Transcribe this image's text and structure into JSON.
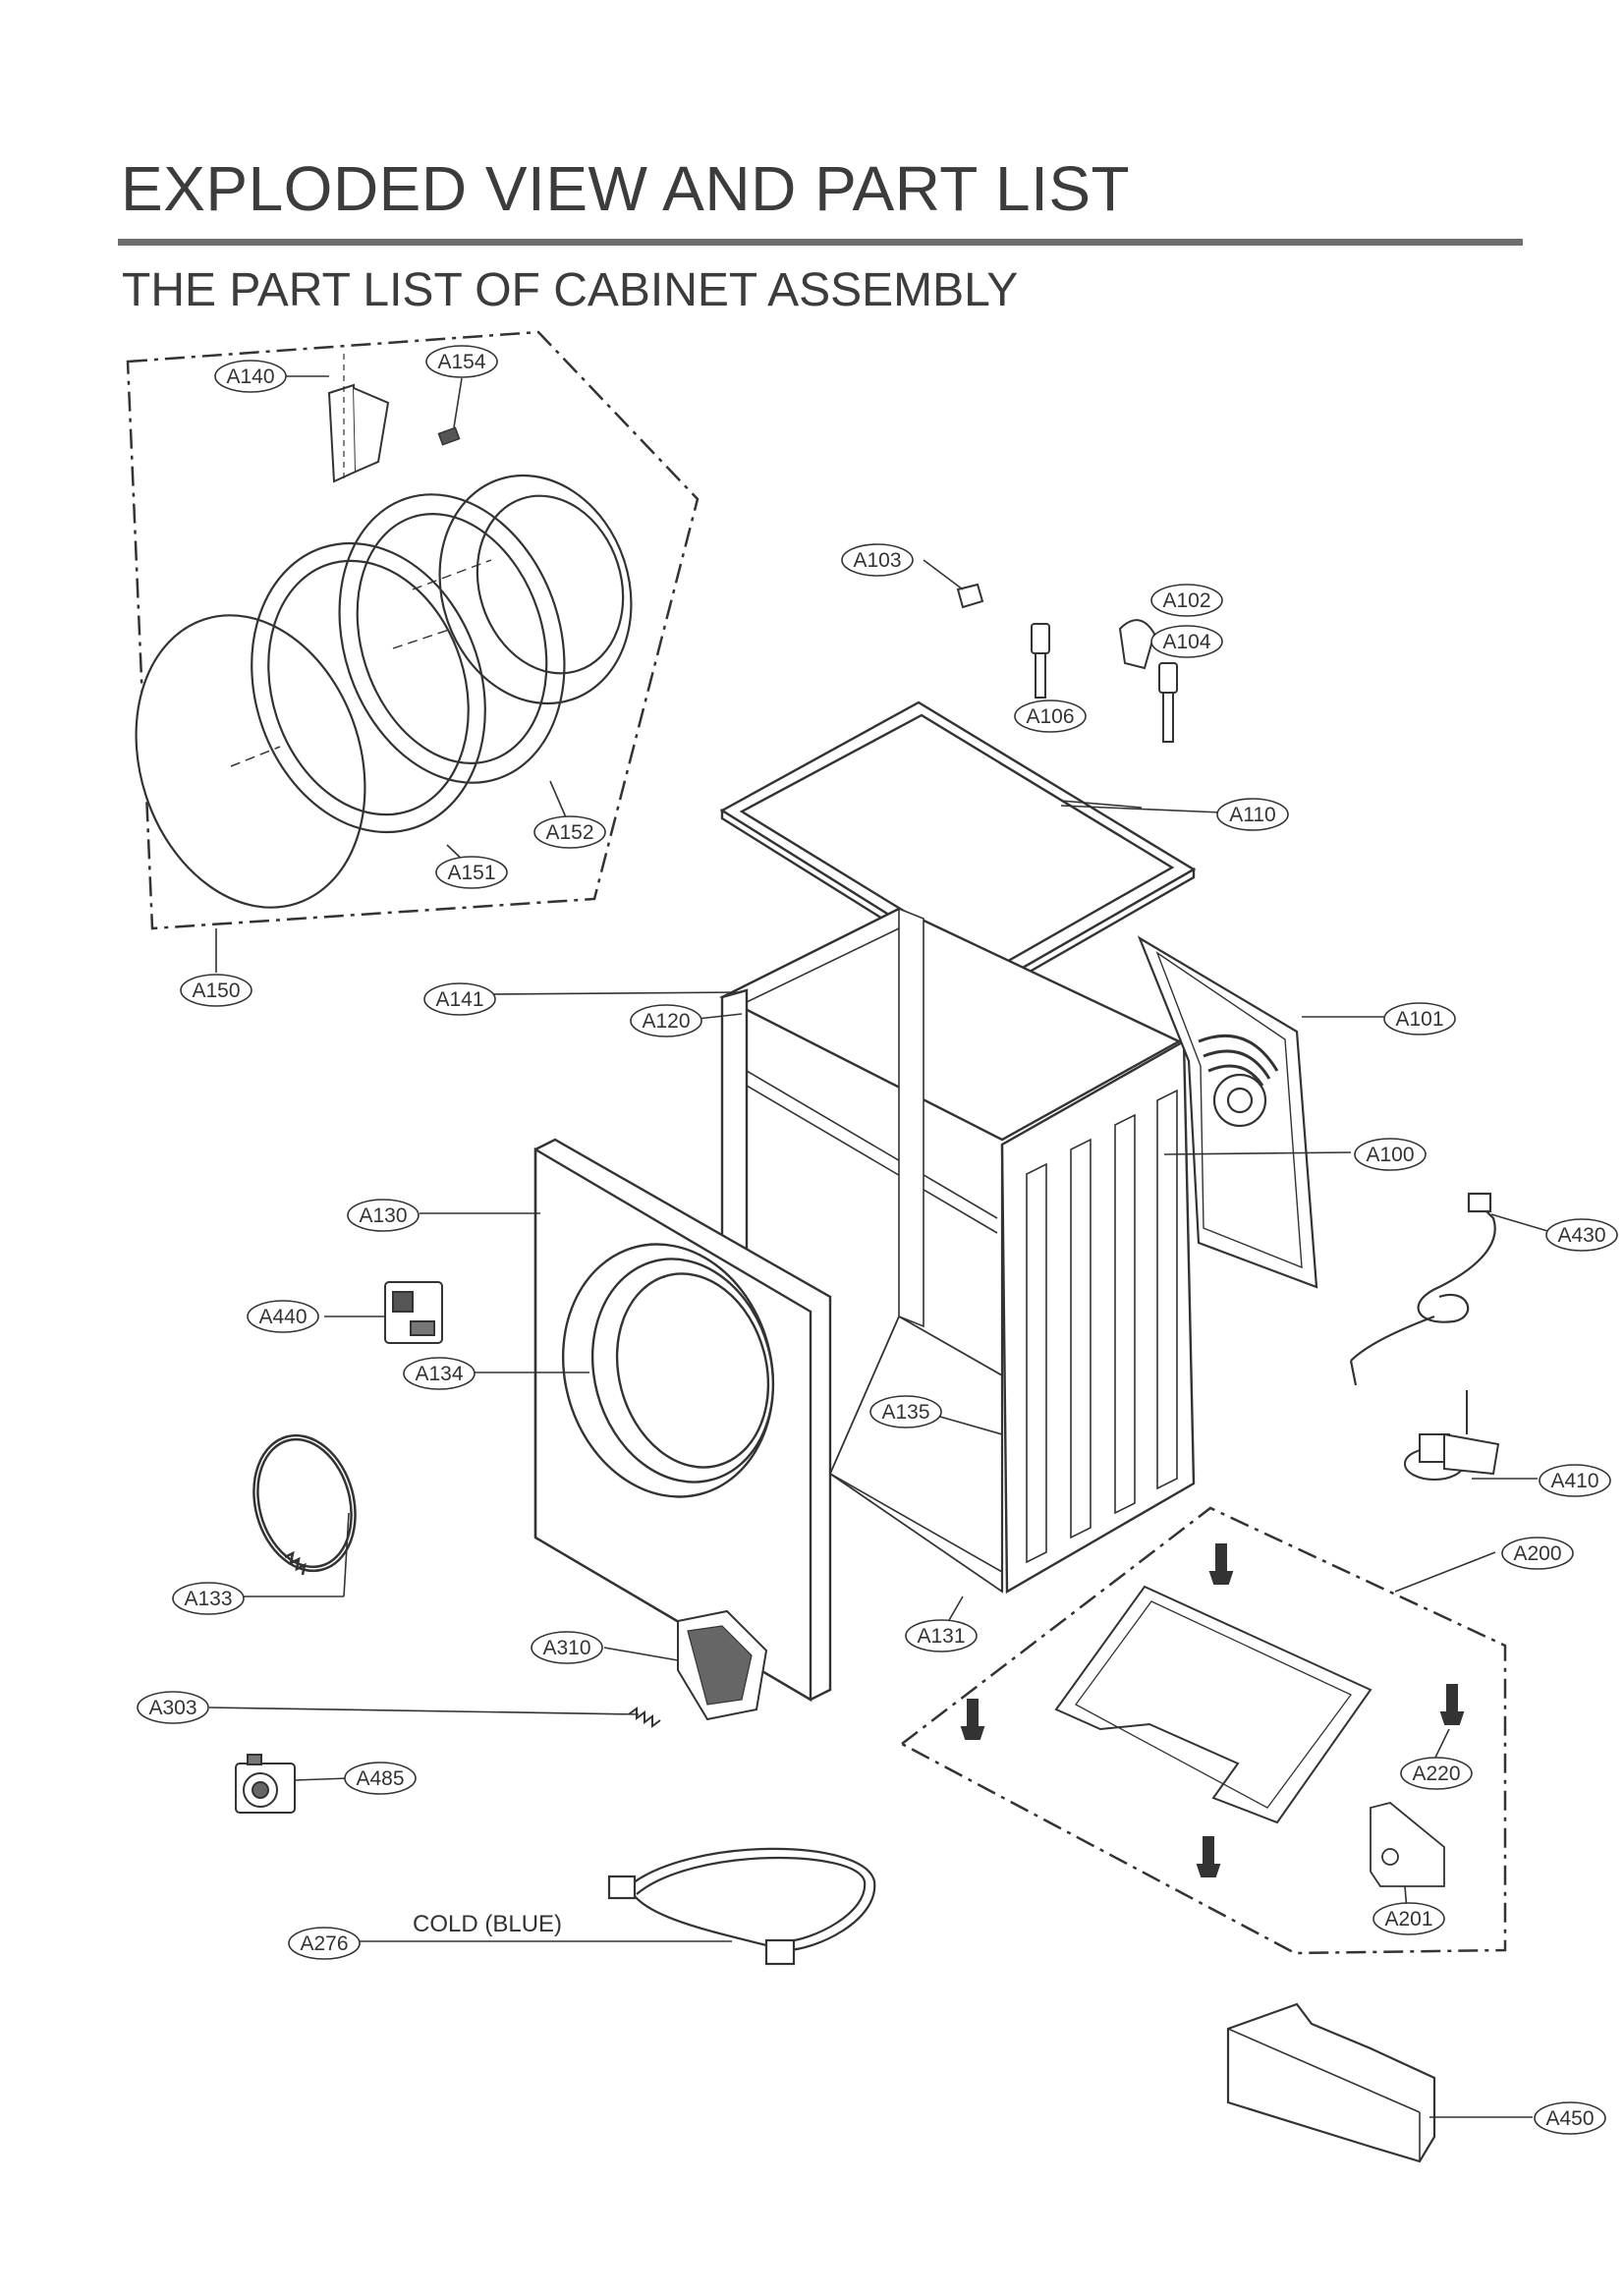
{
  "header": {
    "title": "EXPLODED VIEW AND PART LIST",
    "subtitle": "THE PART LIST OF CABINET ASSEMBLY"
  },
  "parts": [
    {
      "id": "A140",
      "label": "A140"
    },
    {
      "id": "A154",
      "label": "A154"
    },
    {
      "id": "A152",
      "label": "A152"
    },
    {
      "id": "A151",
      "label": "A151"
    },
    {
      "id": "A150",
      "label": "A150"
    },
    {
      "id": "A103",
      "label": "A103"
    },
    {
      "id": "A102",
      "label": "A102"
    },
    {
      "id": "A104",
      "label": "A104"
    },
    {
      "id": "A106",
      "label": "A106"
    },
    {
      "id": "A110",
      "label": "A110"
    },
    {
      "id": "A141",
      "label": "A141"
    },
    {
      "id": "A120",
      "label": "A120"
    },
    {
      "id": "A101",
      "label": "A101"
    },
    {
      "id": "A100",
      "label": "A100"
    },
    {
      "id": "A130",
      "label": "A130"
    },
    {
      "id": "A430",
      "label": "A430"
    },
    {
      "id": "A440",
      "label": "A440"
    },
    {
      "id": "A134",
      "label": "A134"
    },
    {
      "id": "A135",
      "label": "A135"
    },
    {
      "id": "A410",
      "label": "A410"
    },
    {
      "id": "A133",
      "label": "A133"
    },
    {
      "id": "A200",
      "label": "A200"
    },
    {
      "id": "A131",
      "label": "A131"
    },
    {
      "id": "A310",
      "label": "A310"
    },
    {
      "id": "A303",
      "label": "A303"
    },
    {
      "id": "A220",
      "label": "A220"
    },
    {
      "id": "A485",
      "label": "A485"
    },
    {
      "id": "A201",
      "label": "A201"
    },
    {
      "id": "A276",
      "label": "A276"
    },
    {
      "id": "A450",
      "label": "A450"
    }
  ],
  "annotations": {
    "hose_label": "COLD (BLUE)"
  }
}
